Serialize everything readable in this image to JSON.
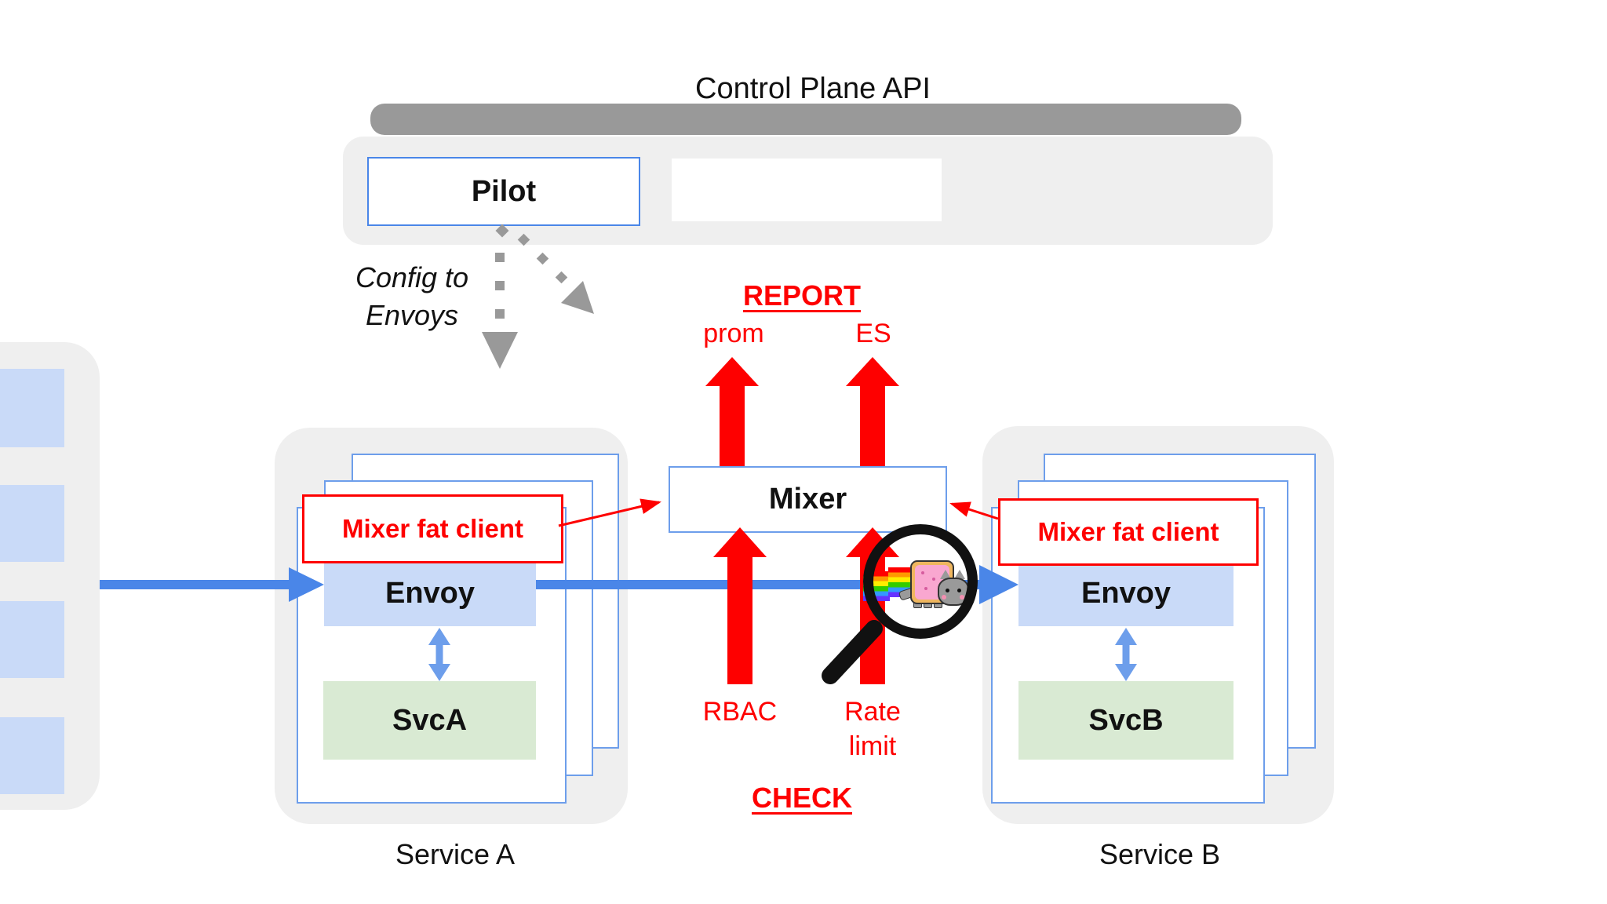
{
  "title": "Control Plane API",
  "control_plane": {
    "pilot_label": "Pilot"
  },
  "config_note": {
    "line1": "Config to",
    "line2": "Envoys"
  },
  "report": {
    "heading": "REPORT",
    "left_label": "prom",
    "right_label": "ES"
  },
  "check": {
    "heading": "CHECK",
    "left_label": "RBAC",
    "right_label_line1": "Rate",
    "right_label_line2": "limit"
  },
  "mixer": {
    "label": "Mixer"
  },
  "service_a": {
    "caption": "Service A",
    "fat_client_label": "Mixer fat client",
    "proxy_label": "Envoy",
    "service_label": "SvcA"
  },
  "service_b": {
    "caption": "Service B",
    "fat_client_label": "Mixer fat client",
    "proxy_label": "Envoy",
    "service_label": "SvcB"
  },
  "icons": {
    "magnifier": "magnifying-glass-icon",
    "nyan_cat": "nyan-cat-icon"
  },
  "colors": {
    "red": "#fe0000",
    "blue": "#4a86e8",
    "blue_light": "#6d9eeb",
    "envoy_fill": "#c9daf8",
    "svc_fill": "#d9ead3",
    "bar_gray": "#999999",
    "panel_gray": "#efefef",
    "dash_gray": "#999999"
  }
}
